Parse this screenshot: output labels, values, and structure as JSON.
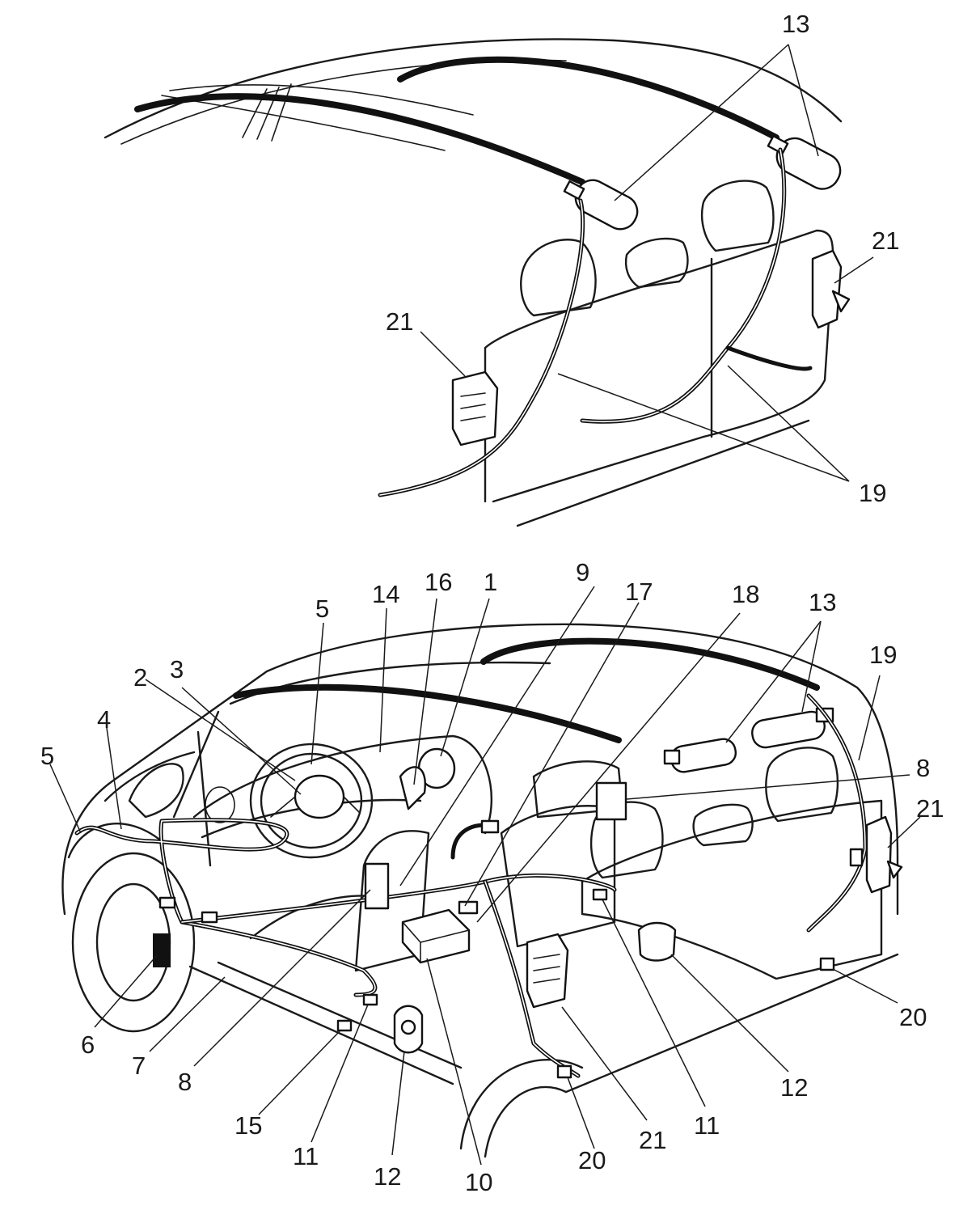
{
  "views": {
    "rear": {
      "callouts": [
        {
          "id": "13"
        },
        {
          "id": "21"
        },
        {
          "id": "21"
        },
        {
          "id": "19"
        }
      ]
    },
    "vehicle": {
      "callouts": [
        {
          "id": "5"
        },
        {
          "id": "14"
        },
        {
          "id": "16"
        },
        {
          "id": "1"
        },
        {
          "id": "9"
        },
        {
          "id": "17"
        },
        {
          "id": "18"
        },
        {
          "id": "13"
        },
        {
          "id": "19"
        },
        {
          "id": "3"
        },
        {
          "id": "2"
        },
        {
          "id": "4"
        },
        {
          "id": "5"
        },
        {
          "id": "8"
        },
        {
          "id": "21"
        },
        {
          "id": "6"
        },
        {
          "id": "7"
        },
        {
          "id": "8"
        },
        {
          "id": "15"
        },
        {
          "id": "11"
        },
        {
          "id": "12"
        },
        {
          "id": "10"
        },
        {
          "id": "20"
        },
        {
          "id": "21"
        },
        {
          "id": "11"
        },
        {
          "id": "12"
        },
        {
          "id": "20"
        }
      ]
    }
  }
}
